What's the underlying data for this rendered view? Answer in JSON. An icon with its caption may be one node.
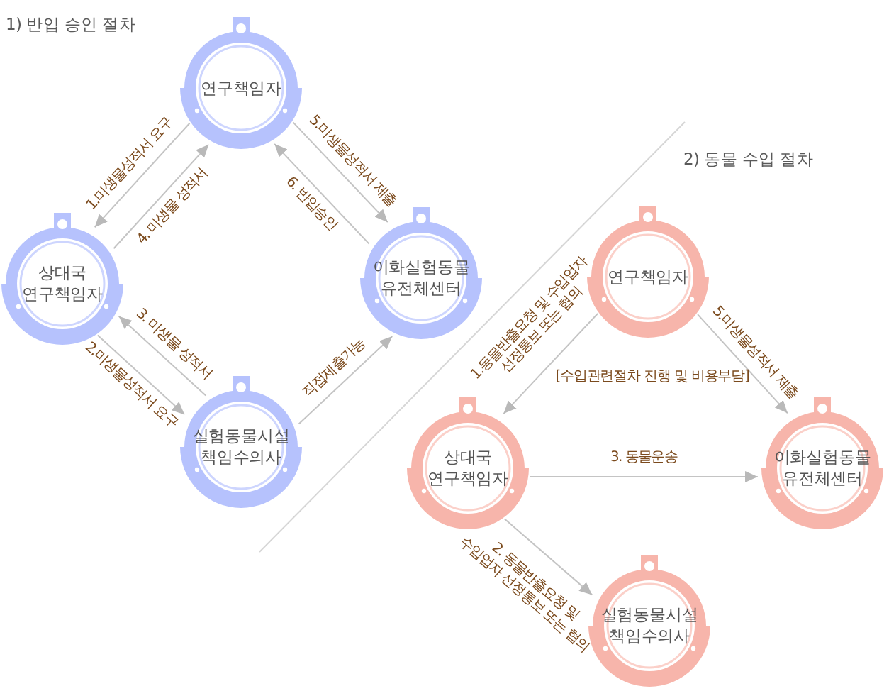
{
  "diagram": {
    "nodes": [
      {
        "text": [
          "연구책임자"
        ]
      },
      {
        "text": [
          "상대국 연구책임자"
        ]
      },
      {
        "text": [
          "이화실험동물 유전체센터"
        ]
      },
      {
        "text": [
          "실험동물시설 책임수의사"
        ]
      },
      {
        "text": [
          "연구책임자"
        ]
      },
      {
        "text": [
          "상대국 연구책임자"
        ]
      },
      {
        "text": [
          "이화실험동물 유전체센터"
        ]
      },
      {
        "text": [
          "실험동물시설 책임수의사"
        ]
      }
    ],
    "edges": [
      {
        "from": 0,
        "to": 1,
        "arrow": "to",
        "label": "1.미생물성적서 요구"
      },
      {
        "from": 1,
        "to": 3,
        "arrow": "to",
        "label": "2.미생물성적서 요구"
      },
      {
        "from": 3,
        "to": 1,
        "arrow": "to",
        "label": "3. 미생물 성적서"
      },
      {
        "from": 1,
        "to": 0,
        "arrow": "to",
        "label": "4. 미생물 성적서"
      },
      {
        "from": 0,
        "to": 2,
        "arrow": "to",
        "label": "5.미생물성적서 제출"
      },
      {
        "from": 2,
        "to": 0,
        "arrow": "to",
        "label": "6. 반입승인"
      },
      {
        "from": 3,
        "to": 2,
        "arrow": "to",
        "label": "직접제출가능"
      },
      {
        "from": 4,
        "to": 5,
        "arrow": "to",
        "label": "1.동물반출요청 및 수입업자 선정통보 또는 협의"
      },
      {
        "from": 5,
        "to": 7,
        "arrow": "to",
        "label": "2. 동물반출요청 및 수입업자 선정통보 또는 협의"
      },
      {
        "from": 5,
        "to": 6,
        "arrow": "to",
        "label": "3. 동물운송"
      },
      {
        "from": 4,
        "to": 6,
        "arrow": "to",
        "label": "5.미생물성적서 제출"
      }
    ],
    "labels": [
      "1) 반입 승인 절차",
      "2) 동물 수입 절차",
      "[수입관련절차 진행 및 비용부담]"
    ]
  }
}
